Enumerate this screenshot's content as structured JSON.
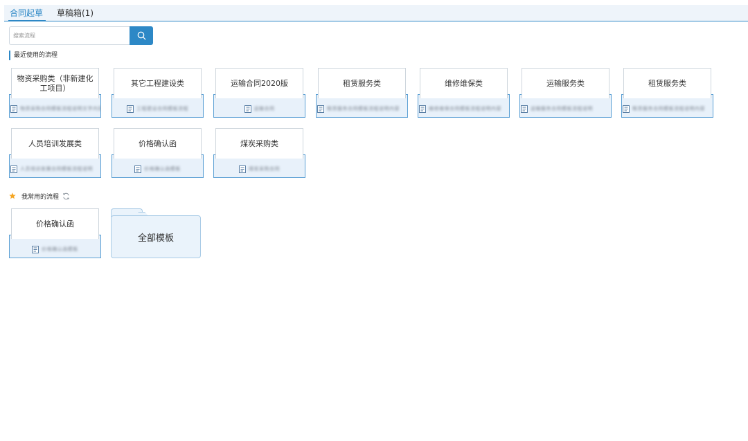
{
  "tabs": [
    {
      "label": "合同起草",
      "active": true
    },
    {
      "label": "草稿箱(1)",
      "active": false
    }
  ],
  "search": {
    "placeholder": "搜索流程"
  },
  "recent": {
    "title": "最近使用的流程",
    "cards": [
      {
        "title": "物资采购类（非新建化工项目）",
        "footer": "物资采购合同模板流程说明文字内容"
      },
      {
        "title": "其它工程建设类",
        "footer": "工程建设合同模板流程"
      },
      {
        "title": "运输合同2020版",
        "footer": "运输合同"
      },
      {
        "title": "租赁服务类",
        "footer": "租赁服务合同模板流程说明内容"
      },
      {
        "title": "维修维保类",
        "footer": "维修维保合同模板流程说明内容"
      },
      {
        "title": "运输服务类",
        "footer": "运输服务合同模板流程说明"
      },
      {
        "title": "租赁服务类",
        "footer": "租赁服务合同模板流程说明内容"
      },
      {
        "title": "人员培训发展类",
        "footer": "人员培训发展合同模板流程说明"
      },
      {
        "title": "价格确认函",
        "footer": "价格确认函模板"
      },
      {
        "title": "煤炭采购类",
        "footer": "煤炭采购合同"
      }
    ]
  },
  "common": {
    "title": "我常用的流程",
    "cards": [
      {
        "title": "价格确认函",
        "footer": "价格确认函模板"
      }
    ],
    "all_templates_label": "全部模板"
  },
  "colors": {
    "accent": "#2d88c6",
    "card_base": "#e8f1fa",
    "star": "#f5a623"
  }
}
